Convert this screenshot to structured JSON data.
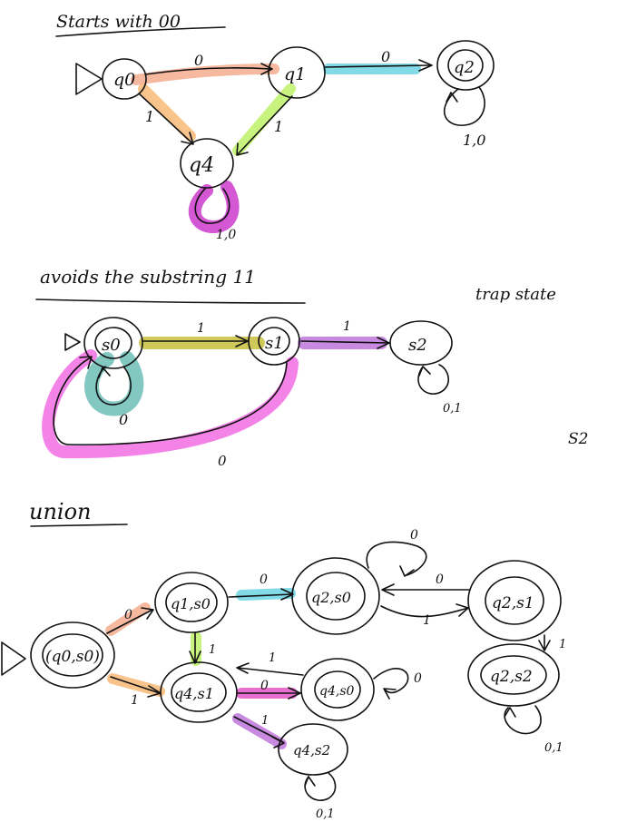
{
  "section1": {
    "title": "Starts with 00",
    "states": {
      "q0": "q0",
      "q1": "q1",
      "q2": "q2",
      "q4": "q4"
    },
    "edges": {
      "q0_q1": "0",
      "q1_q2": "0",
      "q0_q4": "1",
      "q1_q4": "1",
      "q2_loop": "1,0",
      "q4_loop": "1,0"
    }
  },
  "section2": {
    "title": "avoids the substring 11",
    "note": "trap state",
    "side_label": "S2",
    "states": {
      "s0": "s0",
      "s1": "s1",
      "s2": "s2"
    },
    "edges": {
      "s0_s1": "1",
      "s1_s2": "1",
      "s0_loop": "0",
      "s1_s0": "0",
      "s2_loop": "0,1"
    }
  },
  "section3": {
    "title": "union",
    "states": {
      "q0s0": "(q0,s0)",
      "q1s0": "q1,s0",
      "q2s0": "q2,s0",
      "q2s1": "q2,s1",
      "q4s1": "q4,s1",
      "q4s0": "q4,s0",
      "q2s2": "q2,s2",
      "q4s2": "q4,s2"
    },
    "edges": {
      "q0s0_q1s0": "0",
      "q0s0_q4s1": "1",
      "q1s0_q2s0": "0",
      "q1s0_q4s1": "1",
      "q2s0_loop": "0",
      "q2s0_q2s1": "1",
      "q2s1_q2s0": "0",
      "q2s1_q2s2": "1",
      "q4s1_q4s2": "1",
      "q4s1_q4s0": "0",
      "q4s0_q4s1": "1",
      "q4s0_loop": "0",
      "q2s2_loop": "0,1",
      "q4s2_loop": "0,1"
    }
  }
}
